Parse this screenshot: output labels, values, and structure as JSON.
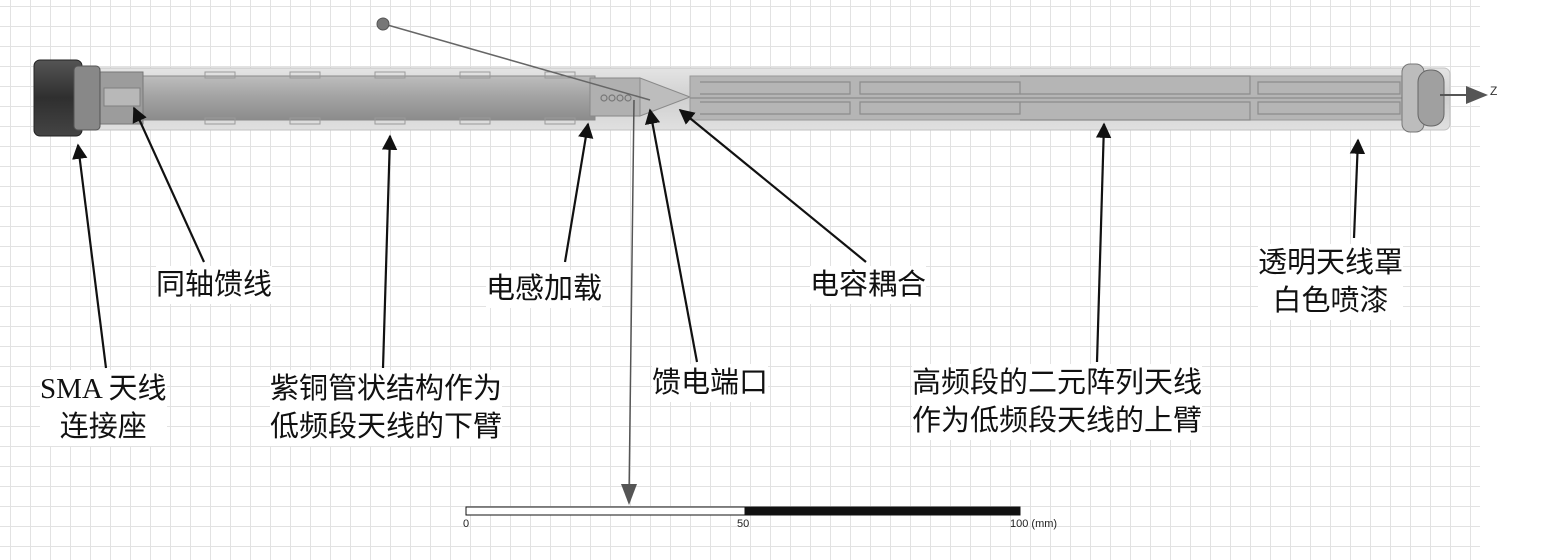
{
  "colors": {
    "antenna_body": "#a9a9a9",
    "radome": "#d6d6d6",
    "sma": "#3b3b3b",
    "arrow": "#111111",
    "grid": "#e2e2e2"
  },
  "labels": {
    "sma": "SMA 天线\n连接座",
    "coax": "同轴馈线",
    "lower_arm": "紫铜管状结构作为\n低频段天线的下臂",
    "inductor": "电感加载",
    "feed_port": "馈电端口",
    "capacitor": "电容耦合",
    "upper_arm": "高频段的二元阵列天线\n作为低频段天线的上臂",
    "radome": "透明天线罩\n白色喷漆"
  },
  "axis": {
    "z_label": "Z"
  },
  "scale_bar": {
    "tick_0": "0",
    "tick_50": "50",
    "tick_100": "100 (mm)"
  }
}
